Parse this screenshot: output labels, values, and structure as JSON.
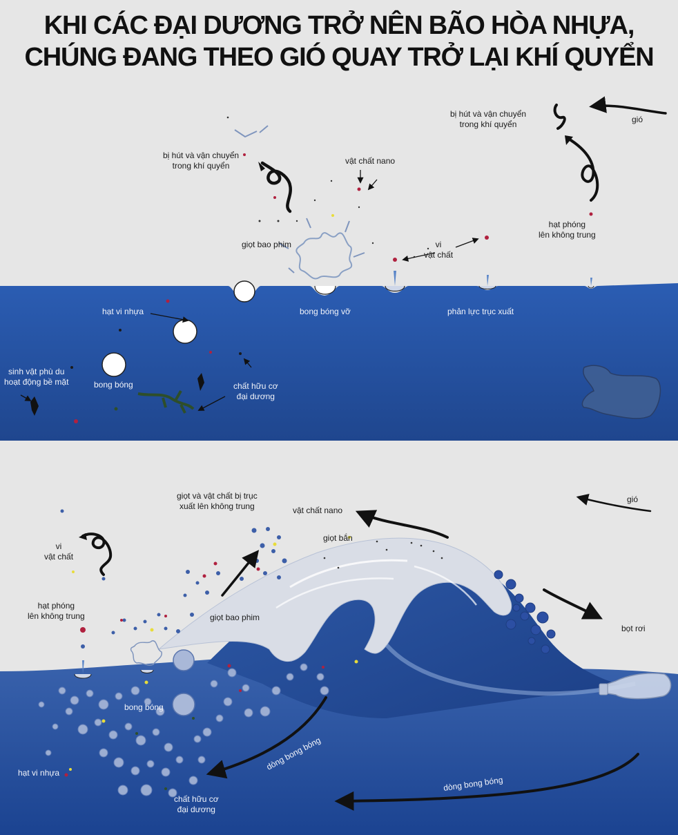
{
  "title": {
    "line1": "KHI CÁC ĐẠI DƯƠNG TRỞ NÊN BÃO HÒA NHỰA,",
    "line2": "CHÚNG ĐANG THEO GIÓ QUAY TRỞ LẠI KHÍ QUYỂN"
  },
  "top": {
    "wind": "gió",
    "transported_right": [
      "bị hút và vận chuyển",
      "trong khí quyển"
    ],
    "transported_left": [
      "bị hút và vận chuyển",
      "trong khí quyển"
    ],
    "nano": "vật chất nano",
    "film_drops": "giọt bao phim",
    "micro": [
      "vi",
      "vật chất"
    ],
    "launched": [
      "hạt phóng",
      "lên không trung"
    ],
    "microplastic": "hạt vi nhựa",
    "bursting_bubble": "bong bóng vỡ",
    "jet": "phản lực trục xuất",
    "surface_life": [
      "sinh vật phù du",
      "hoạt động bề mặt"
    ],
    "bubble": "bong bóng",
    "organic": [
      "chất hữu cơ",
      "đại dương"
    ]
  },
  "bottom": {
    "ejected": [
      "giọt và vật chất bị trục",
      "xuất lên không trung"
    ],
    "nano": "vật chất nano",
    "wind": "gió",
    "spray": "giọt bắn",
    "micro": [
      "vi",
      "vật chất"
    ],
    "launched": [
      "hạt phóng",
      "lên không trung"
    ],
    "film_drops": "giọt bao phim",
    "falling_foam": "bọt rơi",
    "bubble": "bong bóng",
    "bubble_stream_1": "dòng bong bóng",
    "bubble_stream_2": "dòng bong bóng",
    "microplastic": "hạt vi nhựa",
    "organic": [
      "chất hữu cơ",
      "đại dương"
    ]
  },
  "colors": {
    "background": "#e6e6e6",
    "ocean": "#2a57a8",
    "ocean_deep": "#1c3f86",
    "wave_foam": "#d9dde6",
    "bubble_fill": "#a9b8d8",
    "particle_red": "#b0213f",
    "particle_yellow": "#e8dc3a"
  }
}
